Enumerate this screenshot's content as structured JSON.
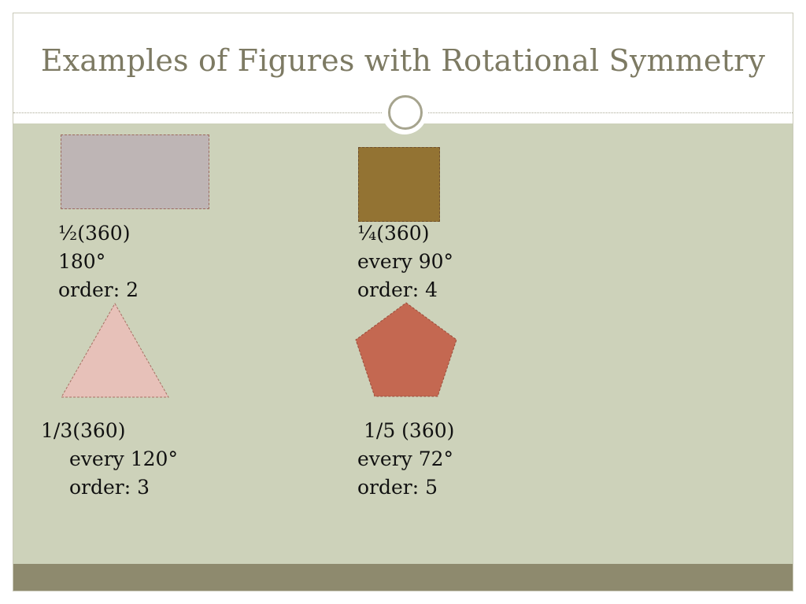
{
  "slide": {
    "title": "Examples of Figures with Rotational Symmetry"
  },
  "figures": [
    {
      "shape": "rectangle",
      "fraction": "½(360)",
      "angle": "180°",
      "order": "order: 2",
      "color": "#beb5b5"
    },
    {
      "shape": "square",
      "fraction": "¼(360)",
      "angle": "every 90°",
      "order": "order: 4",
      "color": "#937333"
    },
    {
      "shape": "triangle",
      "fraction": "1/3(360)",
      "angle": "every 120°",
      "order": "order: 3",
      "color": "#e7c1b9"
    },
    {
      "shape": "pentagon",
      "fraction": "1/5 (360)",
      "angle": "every 72°",
      "order": "order: 5",
      "color": "#c46851"
    }
  ],
  "colors": {
    "title": "#7d7a63",
    "content_background": "#cdd2ba",
    "footer_bar": "#8e8a6e"
  }
}
